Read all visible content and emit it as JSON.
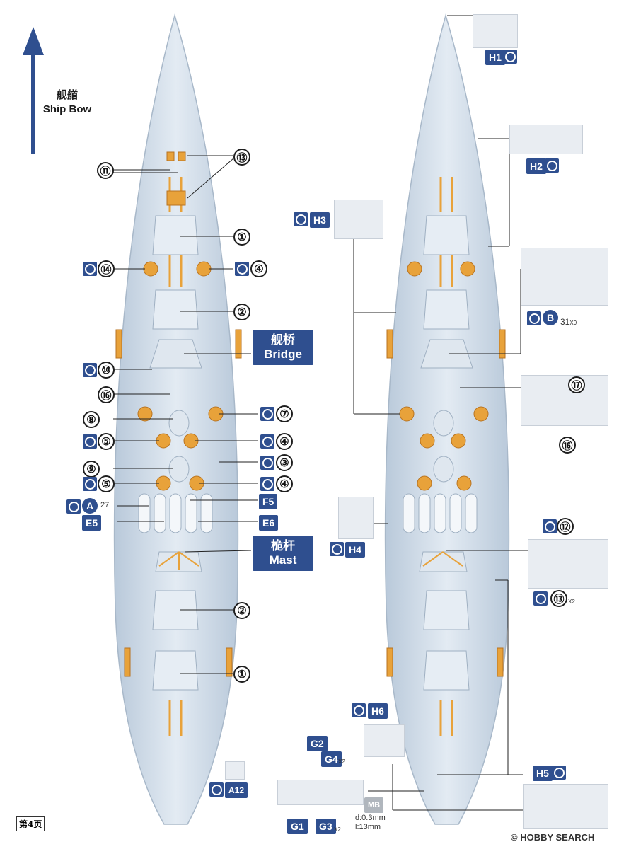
{
  "bow": {
    "title_cn": "舰艏",
    "title_en": "Ship Bow"
  },
  "bridge": {
    "cn": "舰桥",
    "en": "Bridge"
  },
  "mast": {
    "cn": "桅杆",
    "en": "Mast"
  },
  "circled": {
    "n1": "①",
    "n2": "②",
    "n3": "③",
    "n4": "④",
    "n5": "⑤",
    "n7": "⑦",
    "n8": "⑧",
    "n9": "⑨",
    "n10": "⑩",
    "n11": "⑪",
    "n12": "⑫",
    "n13": "⑬",
    "n14": "⑭",
    "n16": "⑯",
    "n17": "⑰"
  },
  "parts": {
    "A": "A",
    "A_count": "27",
    "A12": "A12",
    "B": "B",
    "B_count": "31",
    "B_mult": "X9",
    "E5": "E5",
    "E6": "E6",
    "F5": "F5",
    "G1": "G1",
    "G2": "G2",
    "G3": "G3",
    "G3_mult": "X2",
    "G4": "G4",
    "G4_mult": "X2",
    "H1": "H1",
    "H2": "H2",
    "H3": "H3",
    "H4": "H4",
    "H5": "H5",
    "H6": "H6",
    "n13_mult": "X2"
  },
  "brass": {
    "tag": "MB",
    "d": "d:0.3mm",
    "l": "l:13mm"
  },
  "page": "第4页",
  "watermark": "© HOBBY SEARCH",
  "colors": {
    "accent": "#2f4f8f",
    "hull": "#cfdcea",
    "deck": "#dce6f0",
    "brass": "#e8a23a"
  }
}
